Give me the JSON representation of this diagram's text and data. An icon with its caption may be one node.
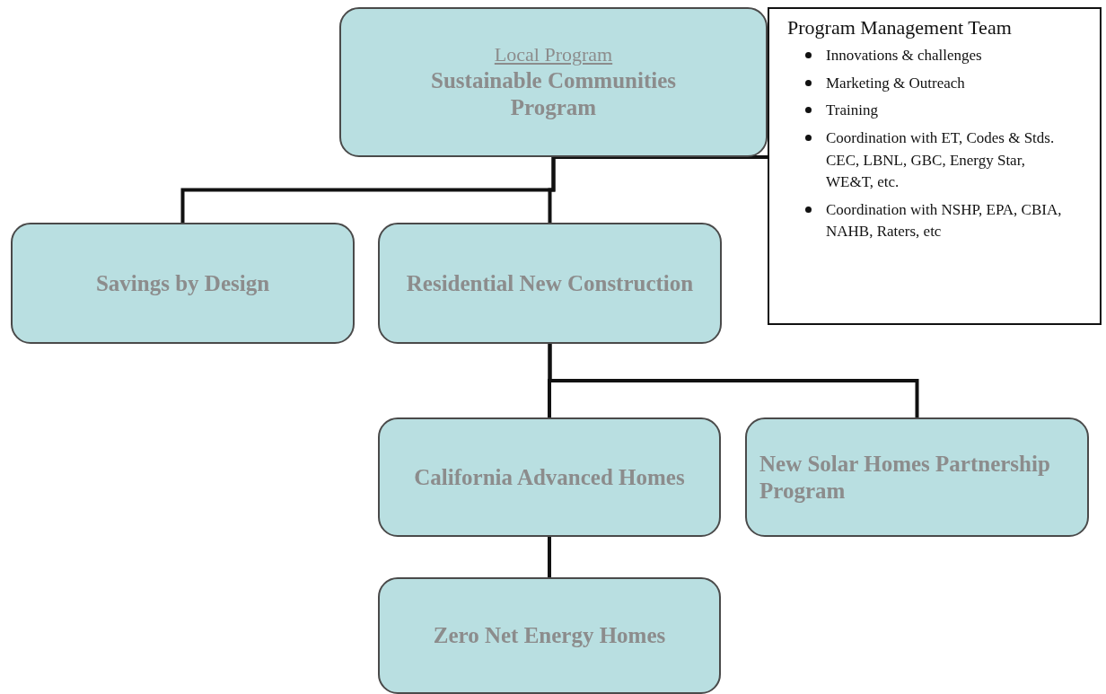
{
  "diagram": {
    "nodes": [
      {
        "text": [
          "Local Program",
          "Sustainable Communities Program"
        ]
      },
      {
        "text": [
          "Program Management Team",
          "Innovations & challenges",
          "Marketing & Outreach",
          "Training",
          "Coordination with ET, Codes & Stds. CEC, LBNL, GBC, Energy Star, WE&T, etc.",
          "Coordination with NSHP, EPA, CBIA, NAHB, Raters, etc"
        ]
      },
      {
        "text": [
          "Savings by Design"
        ]
      },
      {
        "text": [
          "Residential New Construction"
        ]
      },
      {
        "text": [
          "California Advanced Homes"
        ]
      },
      {
        "text": [
          "New Solar Homes Partnership Program"
        ]
      },
      {
        "text": [
          "Zero Net Energy Homes"
        ]
      }
    ],
    "edges": [
      {
        "from": 0,
        "to": 1,
        "arrow": "none"
      },
      {
        "from": 0,
        "to": 2,
        "arrow": "none"
      },
      {
        "from": 0,
        "to": 3,
        "arrow": "none"
      },
      {
        "from": 3,
        "to": 4,
        "arrow": "none"
      },
      {
        "from": 3,
        "to": 5,
        "arrow": "none"
      },
      {
        "from": 4,
        "to": 6,
        "arrow": "none"
      }
    ]
  }
}
